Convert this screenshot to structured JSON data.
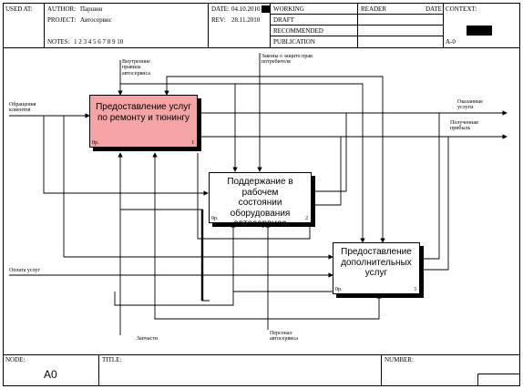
{
  "header": {
    "used_at_label": "USED AT:",
    "author_label": "AUTHOR:",
    "author_value": "Паршин",
    "project_label": "PROJECT:",
    "project_value": "Автосервис",
    "notes_label": "NOTES:",
    "notes_value": "1 2 3 4 5 6 7 8 9 10",
    "date_label": "DATE:",
    "date_value": "04.10.2010",
    "rev_label": "REV:",
    "rev_value": "28.11.2010",
    "status": [
      "WORKING",
      "DRAFT",
      "RECOMMENDED",
      "PUBLICATION"
    ],
    "reader_label": "READER",
    "reader_date_label": "DATE",
    "context_label": "CONTEXT:",
    "context_node": "A-0"
  },
  "diagram": {
    "boxes": [
      {
        "title": "Предоставление услуг\nпо ремонту и тюнингу",
        "cost": "0р.",
        "number": "1",
        "fill": "#f4a4a4"
      },
      {
        "title": "Поддержание в рабочем\nсостоянии оборудования\nавтосервиса",
        "cost": "0р.",
        "number": "2",
        "fill": "#ffffff"
      },
      {
        "title": "Предоставление\nдополнительных\nуслуг",
        "cost": "0р.",
        "number": "3",
        "fill": "#ffffff"
      }
    ],
    "arrow_labels": {
      "rules": "Внутренние\nправила\nавтосервиса",
      "laws": "Законы о защите прав\nпотребителя",
      "requests": "Обращения\nклиентов",
      "services_out": "Оказанные\nуслуги",
      "profit_out": "Полученная\nприбыль",
      "payment": "Оплата услуг",
      "parts": "Запчасти",
      "staff": "Персонал\nавтосервиса"
    }
  },
  "footer": {
    "node_label": "NODE:",
    "node_value": "A0",
    "title_label": "TITLE:",
    "number_label": "NUMBER:"
  }
}
